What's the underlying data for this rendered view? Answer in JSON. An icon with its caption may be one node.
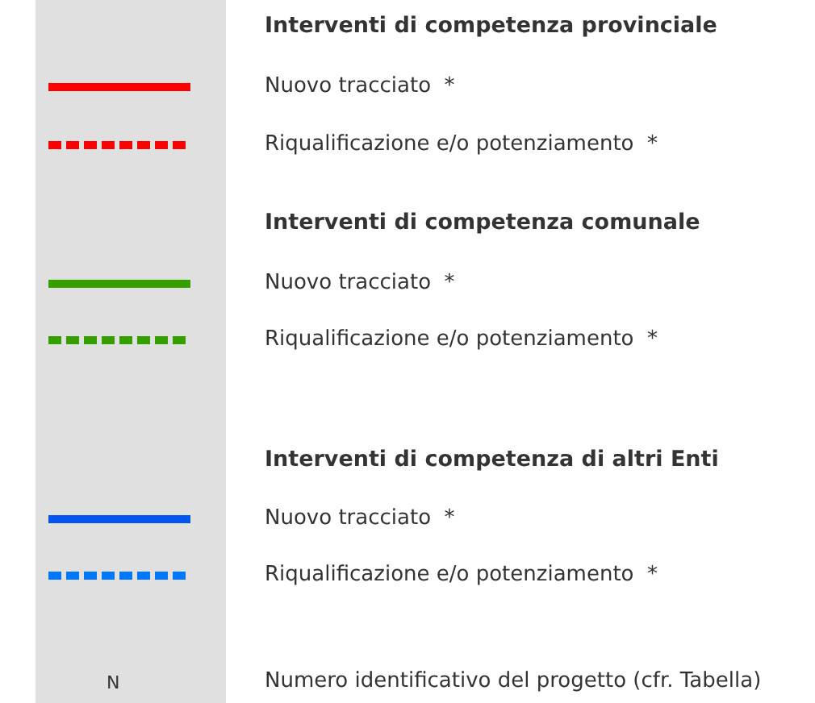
{
  "diagram": {
    "labels": [
      "Interventi di competenza provinciale",
      "Interventi di competenza comunale",
      "Interventi di competenza di altri Enti",
      "N",
      "Numero identificativo del progetto (cfr. Tabella)"
    ],
    "legend": [
      {
        "text": "Nuovo tracciato  *"
      },
      {
        "text": "Riqualificazione e/o potenziamento  *"
      },
      {
        "text": "Nuovo tracciato  *"
      },
      {
        "text": "Riqualificazione e/o potenziamento  *"
      },
      {
        "text": "Nuovo tracciato  *"
      },
      {
        "text": "Riqualificazione e/o potenziamento  *"
      }
    ]
  }
}
